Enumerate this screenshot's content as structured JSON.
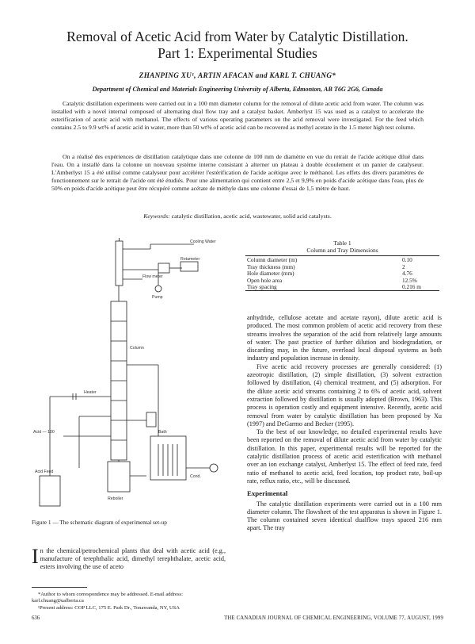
{
  "title": {
    "line1": "Removal of Acetic Acid from Water by Catalytic Distillation.",
    "line2": "Part 1: Experimental Studies"
  },
  "authors": "ZHANPING XU¹, ARTIN AFACAN and KARL T. CHUANG*",
  "affiliation": "Department of Chemical and Materials Engineering University of Alberta, Edmonton, AB  T6G 2G6, Canada",
  "abstract_en": "Catalytic distillation experiments were carried out in a 100 mm diameter column for the removal of dilute acetic acid from water. The column was installed with a novel internal composed of alternating dual flow tray and a catalyst basket. Amberlyst 15 was used as a catalyst to accelerate the esterification of acetic acid with methanol. The effects of various operating parameters on the acid removal were investigated. For the feed which contains 2.5 to 9.9 wt% of acetic acid in water, more than 50 wt% of acetic acid can be recovered as methyl acetate in the 1.5 meter high test column.",
  "abstract_fr": "On a réalisé des expériences de distillation catalytique dans une colonne de 100 mm de diamètre en vue du retrait de l'acide acétique dilué dans l'eau. On a installé dans la colonne un nouveau système interne consistant à alterner un plateau à double écoulement et un panier de catalyseur. L'Amberlyst 15 a été utilisé comme catalyseur pour accélérer l'estérification de l'acide acétique avec le méthanol. Les effets des divers paramètres de fonctionnement sur le retrait de l'acide ont été étudiés. Pour une alimentation qui contient entre 2,5 et 9,9% en poids d'acide acétique dans l'eau, plus de 50% en poids d'acide acétique peut être récupéré comme acétate de méthyle dans une colonne d'essai de 1,5 mètre de haut.",
  "keywords": {
    "label": "Keywords:",
    "text": "catalytic distillation, acetic acid, wastewater, solid acid catalysts."
  },
  "figure": {
    "caption": "Figure 1 — The schematic diagram of experimental set-up",
    "labels": {
      "cooling_water": "Cooling Water",
      "rotameter": "Rotameter",
      "flow_meter": "Flow meter",
      "pump": "Pump",
      "column": "Column",
      "heater": "Heater",
      "acid_feed": "Acid Feed",
      "reboiler": "Reboiler",
      "bath": "Bath",
      "acid": "Acid — 100",
      "cond": "Cond."
    }
  },
  "table": {
    "title_line1": "Table 1",
    "title_line2": "Column and Tray Dimensions",
    "rows": [
      {
        "label": "Column diameter (m)",
        "value": "0.10"
      },
      {
        "label": "Tray thickness (mm)",
        "value": "2"
      },
      {
        "label": "Hole diameter (mm)",
        "value": "4.76"
      },
      {
        "label": "Open hole area",
        "value": "12.5%"
      },
      {
        "label": "Tray spacing",
        "value": "0.216 m"
      }
    ]
  },
  "intro_left": {
    "dropcap": "I",
    "text": "n the chemical/petrochemical plants that deal with acetic acid (e.g., manufacture of terephthalic acid, dimethyl terephthalate, acetic acid, esters involving the use of aceto"
  },
  "footnotes": {
    "corr": "*Author to whom correspondence may be addressed. E-mail address: karl.chuang@ualberta.ca",
    "present": "¹Present address: COP LLC, 175 E. Park Dr., Tonawanda, NY, USA"
  },
  "right_col": {
    "p1": "anhydride, cellulose acetate and acetate rayon), dilute acetic acid is produced. The most common problem of acetic acid recovery from these streams involves the separation of the acid from relatively large amounts of water. The past practice of further dilution and biodegradation, or discarding may, in the future, overload local disposal systems as both industry and population increase in density.",
    "p2": "Five acetic acid recovery processes are generally considered: (1) azeotropic distillation, (2) simple distillation, (3) solvent extraction followed by distillation, (4) chemical treatment, and (5) adsorption. For the dilute acetic acid streams containing 2 to 6% of acetic acid, solvent extraction followed by distillation is usually adopted (Brown, 1963). This process is operation costly and equipment intensive. Recently, acetic acid removal from water by catalytic distillation has been proposed by Xu (1997) and DeGarmo and Becker (1995).",
    "p3": "To the best of our knowledge, no detailed experimental results have been reported on the removal of dilute acetic acid from water by catalytic distillation. In this paper, experimental results will be reported for the catalytic distillation process of acetic acid esterification with methanol over an ion exchange catalyst, Amberlyst 15. The effect of feed rate, feed ratio of methanol to acetic acid, feed location, top product rate, boil-up rate, reflux ratio, etc., will be discussed.",
    "heading": "Experimental",
    "p4": "The catalytic distillation experiments were carried out in a 100 mm diameter column. The flowsheet of the test apparatus is shown in Figure 1. The column contained seven identical dualflow trays spaced 216 mm apart. The tray"
  },
  "footer": {
    "page": "636",
    "running": "THE CANADIAN JOURNAL OF CHEMICAL ENGINEERING, VOLUME 77, AUGUST, 1999"
  }
}
